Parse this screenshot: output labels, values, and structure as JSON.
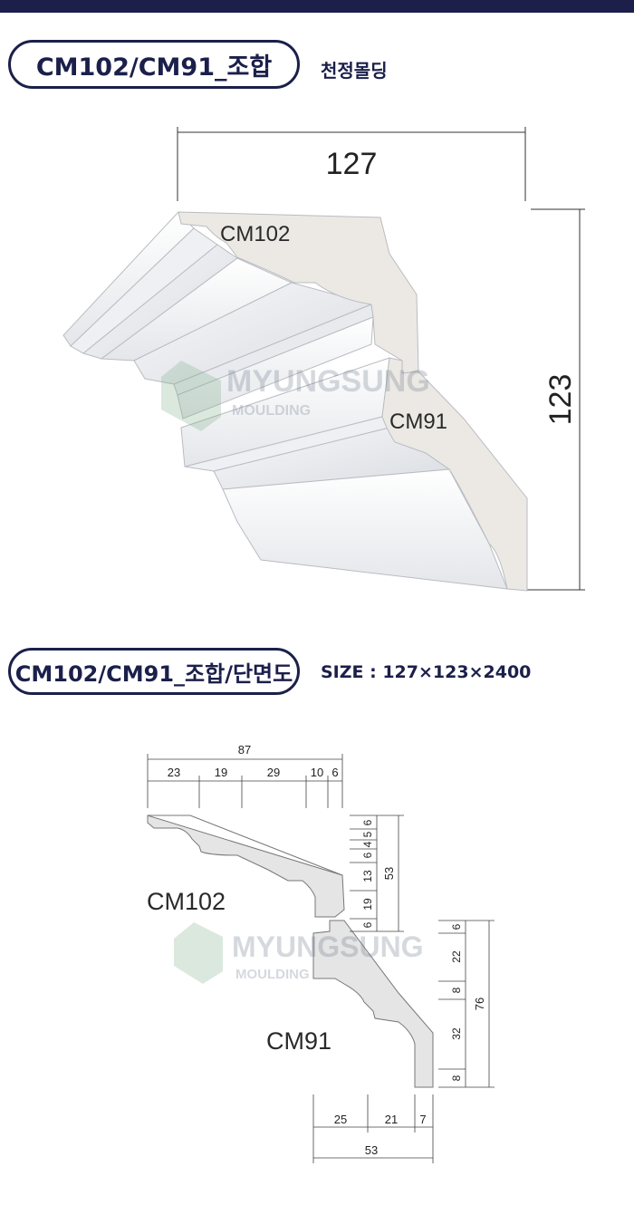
{
  "header": {
    "title1": "CM102/CM91_조합",
    "subtitle1": "천정몰딩",
    "title2": "CM102/CM91_조합/단면도",
    "subtitle2": "SIZE : 127×123×2400"
  },
  "render": {
    "width_label": "127",
    "height_label": "123",
    "part_upper": "CM102",
    "part_lower": "CM91"
  },
  "watermark": {
    "brand": "MYUNGSUNG",
    "sub": "MOULDING"
  },
  "section": {
    "upper_label": "CM102",
    "lower_label": "CM91",
    "top_total": "87",
    "top_parts": [
      "23",
      "19",
      "29",
      "10",
      "6"
    ],
    "right_upper_parts": [
      "6",
      "5",
      "4",
      "6",
      "13",
      "19",
      "6"
    ],
    "right_upper_total": "53",
    "right_lower_parts": [
      "6",
      "22",
      "8",
      "32",
      "8"
    ],
    "right_lower_total": "76",
    "bottom_parts": [
      "25",
      "21",
      "7"
    ],
    "bottom_total": "53"
  },
  "colors": {
    "brand_navy": "#1b1f4a",
    "profile_fill": "#e5e5e5",
    "face_fill": "#f3f4f6",
    "cut_fill": "#ece9e4"
  }
}
